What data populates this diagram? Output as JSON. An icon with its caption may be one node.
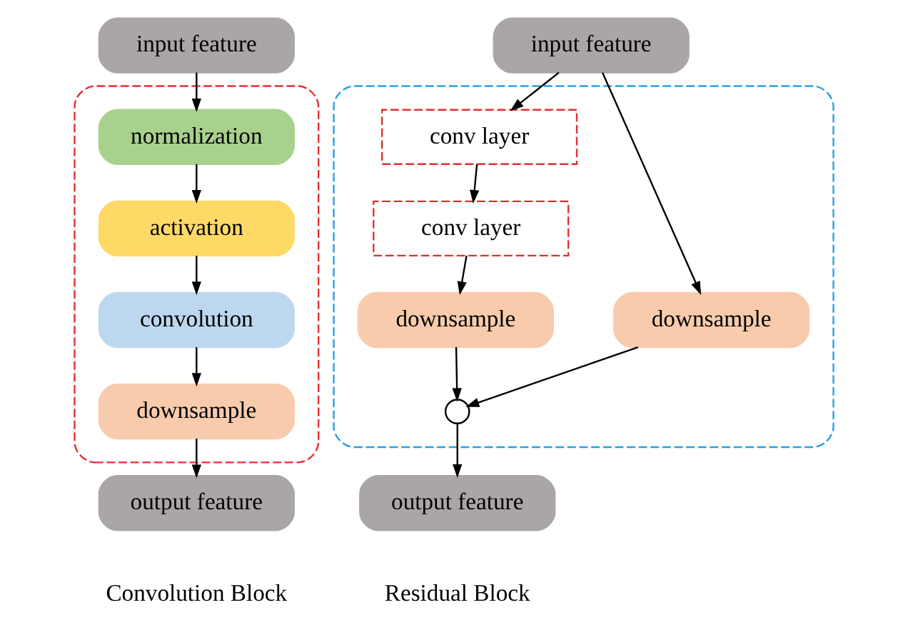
{
  "diagram": {
    "nodes": [
      {
        "text": [
          "input feature"
        ]
      },
      {
        "text": [],
        "shape": "box"
      },
      {
        "text": [
          "normalization"
        ],
        "in": 1
      },
      {
        "text": [
          "activation"
        ],
        "in": 1
      },
      {
        "text": [
          "convolution"
        ],
        "in": 1
      },
      {
        "text": [
          "downsample"
        ],
        "in": 1
      },
      {
        "text": [
          "output feature"
        ]
      },
      {
        "text": [
          "input feature"
        ]
      },
      {
        "text": [],
        "shape": "box"
      },
      {
        "text": [
          "conv layer"
        ],
        "in": 8
      },
      {
        "text": [
          "conv layer"
        ],
        "in": 8
      },
      {
        "text": [
          "downsample"
        ],
        "in": 8
      },
      {
        "text": [
          "downsample"
        ],
        "in": 8
      },
      {
        "text": [],
        "shape": "circle",
        "in": 8
      },
      {
        "text": [
          "output feature"
        ]
      }
    ],
    "edges": [
      {
        "from": 0,
        "to": 2,
        "arrow": "to"
      },
      {
        "from": 2,
        "to": 3,
        "arrow": "to"
      },
      {
        "from": 3,
        "to": 4,
        "arrow": "to"
      },
      {
        "from": 4,
        "to": 5,
        "arrow": "to"
      },
      {
        "from": 5,
        "to": 6,
        "arrow": "to"
      },
      {
        "from": 7,
        "to": 9,
        "arrow": "to"
      },
      {
        "from": 7,
        "to": 12,
        "arrow": "to"
      },
      {
        "from": 9,
        "to": 10,
        "arrow": "to"
      },
      {
        "from": 10,
        "to": 11,
        "arrow": "to"
      },
      {
        "from": 11,
        "to": 13,
        "arrow": "to"
      },
      {
        "from": 12,
        "to": 13,
        "arrow": "to"
      },
      {
        "from": 13,
        "to": 14,
        "arrow": "to"
      }
    ],
    "labels": [
      "Convolution Block",
      "Residual Block"
    ]
  }
}
